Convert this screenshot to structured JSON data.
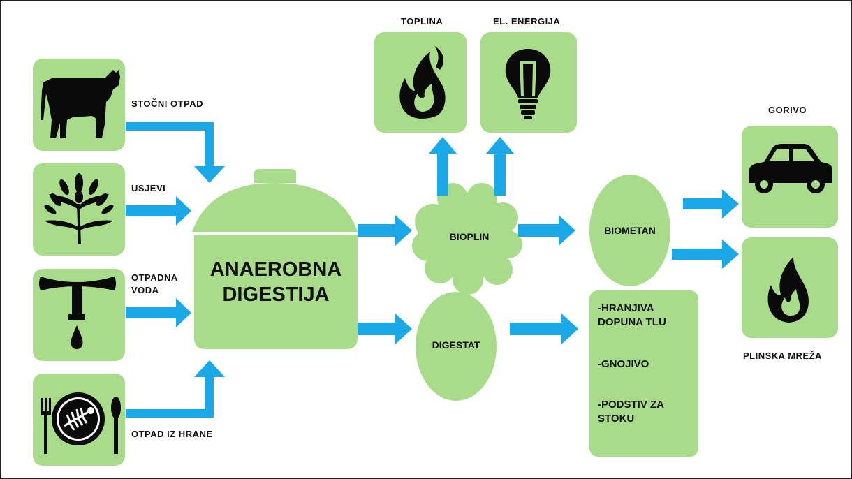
{
  "colors": {
    "box_fill": "#a9dc8a",
    "arrow": "#1aa8e8",
    "icon": "#0a0a0a"
  },
  "inputs": [
    {
      "label": "STOČNI OTPAD",
      "icon": "cow-icon"
    },
    {
      "label": "USJEVI",
      "icon": "wheat-icon"
    },
    {
      "label_line1": "OTPADNA",
      "label_line2": "VODA",
      "icon": "faucet-icon"
    },
    {
      "label": "OTPAD IZ HRANE",
      "icon": "plate-fish-bone-icon"
    }
  ],
  "digester": {
    "line1": "ANAEROBNA",
    "line2": "DIGESTIJA"
  },
  "bioplin": {
    "label": "BIOPLIN"
  },
  "digestat": {
    "label": "DIGESTAT"
  },
  "biometan": {
    "label": "BIOMETAN"
  },
  "energy_outputs": [
    {
      "label": "TOPLINA",
      "icon": "flame-icon"
    },
    {
      "label": "EL. ENERGIJA",
      "icon": "light-bulb-icon"
    }
  ],
  "final_outputs": [
    {
      "label": "GORIVO",
      "icon": "car-icon"
    },
    {
      "label": "PLINSKA MREŽA",
      "icon": "gas-flame-icon"
    }
  ],
  "digestat_uses": {
    "use1_line1": "-HRANJIVA",
    "use1_line2": "DOPUNA TLU",
    "use2": "-GNOJIVO",
    "use3_line1": "-PODSTIV ZA",
    "use3_line2": "STOKU"
  }
}
